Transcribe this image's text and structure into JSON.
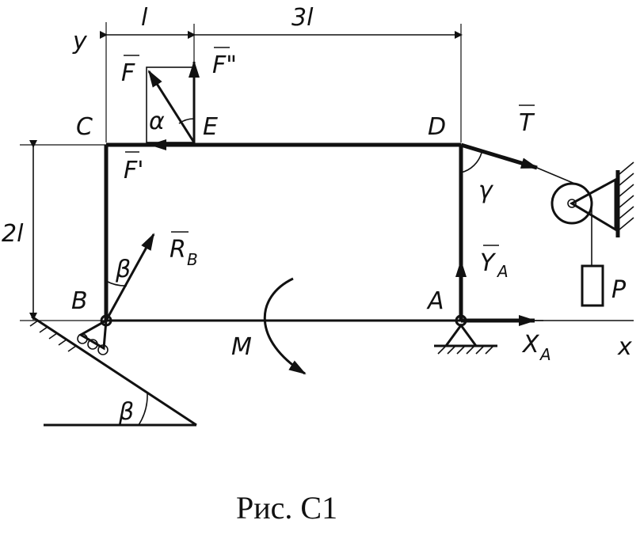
{
  "labels": {
    "y_axis": "y",
    "x_axis": "x",
    "dim_top_left": "l",
    "dim_top_right": "3l",
    "dim_left": "2l",
    "point_c": "C",
    "point_e": "E",
    "point_d": "D",
    "point_b": "B",
    "point_a": "A",
    "force_f": "F",
    "force_f_double_prime": "F\"",
    "force_f_prime": "F'",
    "angle_alpha": "α",
    "angle_beta_b": "β",
    "angle_beta_slope": "β",
    "angle_gamma": "γ",
    "tension_t": "T",
    "reaction_rb": "R",
    "reaction_rb_sub": "B",
    "reaction_ya": "Y",
    "reaction_ya_sub": "A",
    "reaction_xa": "X",
    "reaction_xa_sub": "A",
    "moment_m": "M",
    "load_p": "P"
  },
  "caption": "Рис. С1"
}
